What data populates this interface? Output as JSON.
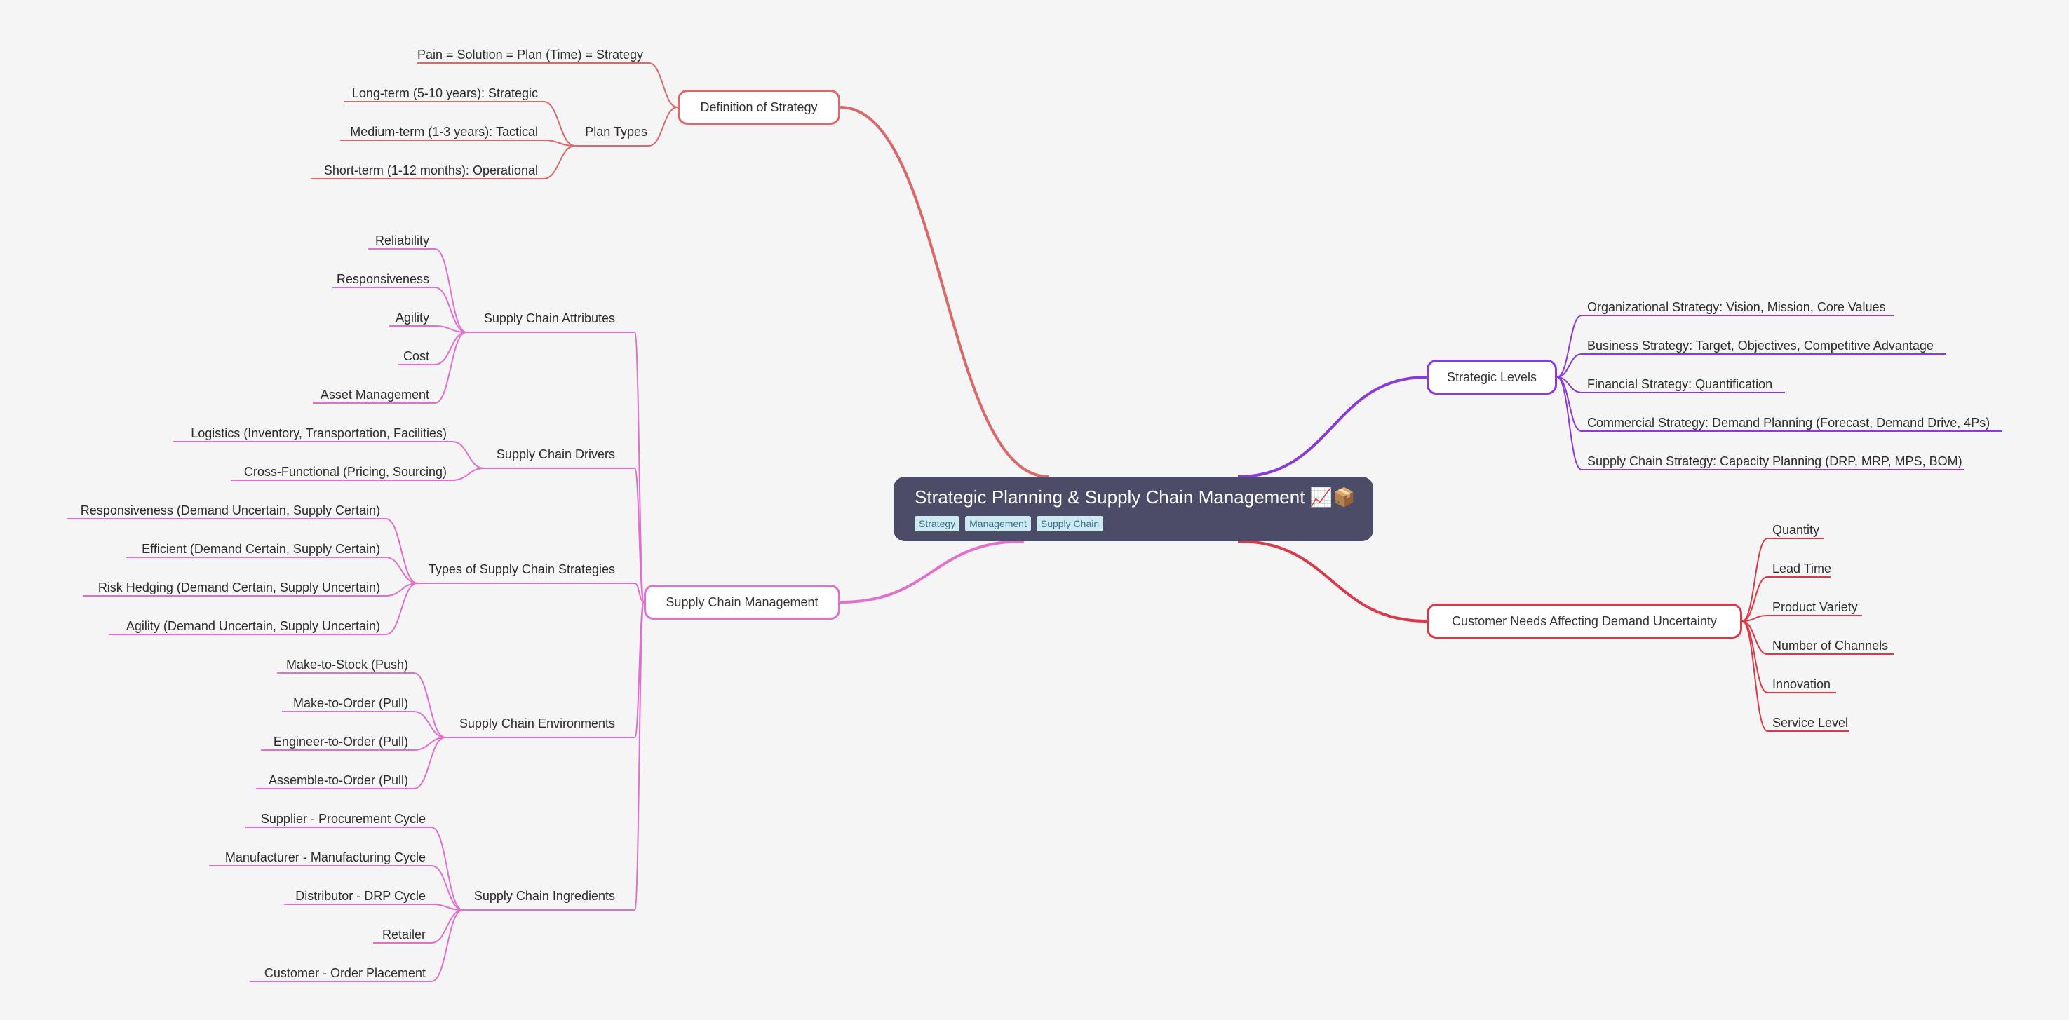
{
  "central": {
    "title": "Strategic Planning & Supply Chain Management 📈📦",
    "tags": [
      "Strategy",
      "Management",
      "Supply Chain"
    ]
  },
  "colors": {
    "definition": "#d9686b",
    "supply_chain": "#e070cc",
    "strategic_levels": "#8a3ad6",
    "customer_needs": "#d83a4a",
    "central_bg": "#4b4d68"
  },
  "definition_of_strategy": {
    "label": "Definition of Strategy",
    "children": [
      {
        "label": "Pain = Solution = Plan (Time) = Strategy"
      },
      {
        "label": "Plan Types",
        "children": [
          "Long-term (5-10 years): Strategic",
          "Medium-term (1-3 years): Tactical",
          "Short-term (1-12 months): Operational"
        ]
      }
    ]
  },
  "supply_chain_management": {
    "label": "Supply Chain Management",
    "groups": [
      {
        "label": "Supply Chain Attributes",
        "children": [
          "Reliability",
          "Responsiveness",
          "Agility",
          "Cost",
          "Asset Management"
        ]
      },
      {
        "label": "Supply Chain Drivers",
        "children": [
          "Logistics (Inventory, Transportation, Facilities)",
          "Cross-Functional (Pricing, Sourcing)"
        ]
      },
      {
        "label": "Types of Supply Chain Strategies",
        "children": [
          "Responsiveness (Demand Uncertain, Supply Certain)",
          "Efficient (Demand Certain, Supply Certain)",
          "Risk Hedging (Demand Certain, Supply Uncertain)",
          "Agility (Demand Uncertain, Supply Uncertain)"
        ]
      },
      {
        "label": "Supply Chain Environments",
        "children": [
          "Make-to-Stock (Push)",
          "Make-to-Order (Pull)",
          "Engineer-to-Order (Pull)",
          "Assemble-to-Order (Pull)"
        ]
      },
      {
        "label": "Supply Chain Ingredients",
        "children": [
          "Supplier - Procurement Cycle",
          "Manufacturer - Manufacturing Cycle",
          "Distributor - DRP Cycle",
          "Retailer",
          "Customer - Order Placement"
        ]
      }
    ]
  },
  "strategic_levels": {
    "label": "Strategic Levels",
    "children": [
      "Organizational Strategy: Vision, Mission, Core Values",
      "Business Strategy: Target, Objectives, Competitive Advantage",
      "Financial Strategy: Quantification",
      "Commercial Strategy: Demand Planning (Forecast, Demand Drive, 4Ps)",
      "Supply Chain Strategy: Capacity Planning (DRP, MRP, MPS, BOM)"
    ]
  },
  "customer_needs": {
    "label": "Customer Needs Affecting Demand Uncertainty",
    "children": [
      "Quantity",
      "Lead Time",
      "Product Variety",
      "Number of Channels",
      "Innovation",
      "Service Level"
    ]
  }
}
